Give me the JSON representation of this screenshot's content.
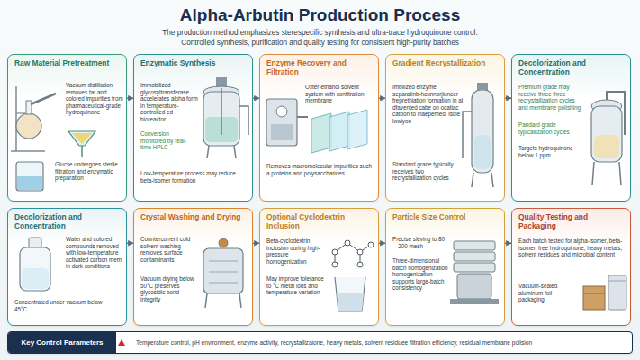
{
  "diagram": {
    "title": "Alpha-Arbutin Production Process",
    "nodes": [
      {
        "text": [
          "Raw Material Pretreatment",
          "Vacuum distillation removes tar and colored impurities from pharmaceutical-grade hydroquinone",
          "Glucse undergoes sterile filtration and enzymatic preparation"
        ]
      },
      {
        "text": [
          "Enzymatic Synthesis",
          "Immobilized glycosyltransferase accelerates alpha form in temperature-controlled ed bioreactor",
          "Conversion monitored by real-time HPLC",
          "Low-temperature process may reduce beta-isomer formation"
        ]
      },
      {
        "text": [
          "Enzyme Recovery and Filtration",
          "Oxter-ethanol solvent system with confitration membrane",
          "Removes macromolecular impurities such a proteins and polysaccharides"
        ]
      },
      {
        "text": [
          "Gradient Recrystallization",
          "Imbilized enzyme separatinb-hcunnorjiuncer freprethiation formation in al dfavented cabe on ocatiac catbon to inaepemed. lsdle lowlyon",
          "Standard grade typically receives two recrystallization cycles"
        ]
      },
      {
        "text": [
          "Decolorization and Concentration",
          "Premium grade may receive three three recrystallization cycles and membrane polishing",
          "Pandard grade typicallization cycles",
          "Targets hydroquinone below 1 ppm"
        ]
      },
      {
        "text": [
          "Decolorization and Concentration",
          "Water and colored compounds removed with low-temperature activated carbon mem in dark conditions",
          "Concentrated under vacuum below 45°C"
        ]
      },
      {
        "text": [
          "Crystal Washing and Drying",
          "Countercurrent cold solvent washing removes surface contaminants",
          "Vacuum drying below 50°C preserves glycosidic bond integrity"
        ]
      },
      {
        "text": [
          "Optional Cyclodextrin Inclusion",
          "Beta-cyclodextrin inclusion during high-pressure homogenization",
          "May improve tolerance to °C metal ions and temperature variation"
        ]
      },
      {
        "text": [
          "Particle Size Control",
          "Precise sieving to 80—200 mesh",
          "Three-dimensional batch homogenization homogenization supports large-batch consistency"
        ]
      },
      {
        "text": [
          "Quality Testing and Packaging",
          "Each batch tested for alpha-isomer, beta-isomer, free hydroquinone, heavy metals, solvent residues and microbial content",
          "Vacuum-sealed aluminum foil packaging"
        ]
      },
      {
        "text": [
          "Key Control Parameters",
          "Temperature control, pH environment, enzyme activity, recrystallizaione, heavy metals, solvent residuee filtration efficiency, residual membrane polision"
        ]
      }
    ],
    "edges": [
      {
        "from": 0,
        "to": 1,
        "arrow": "to"
      },
      {
        "from": 1,
        "to": 2,
        "arrow": "to"
      },
      {
        "from": 2,
        "to": 3,
        "arrow": "to"
      },
      {
        "from": 3,
        "to": 4,
        "arrow": "to"
      },
      {
        "from": 5,
        "to": 6,
        "arrow": "to"
      },
      {
        "from": 6,
        "to": 7,
        "arrow": "to"
      },
      {
        "from": 7,
        "to": 8,
        "arrow": "to"
      },
      {
        "from": 8,
        "to": 9,
        "arrow": "to"
      }
    ],
    "labels": [
      "The production method emphasizes sterespecific synthesis and ultra-trace hydroquinone control.",
      "Controlled synthesis, purification and quality testing for consistent high-purity batches"
    ]
  }
}
